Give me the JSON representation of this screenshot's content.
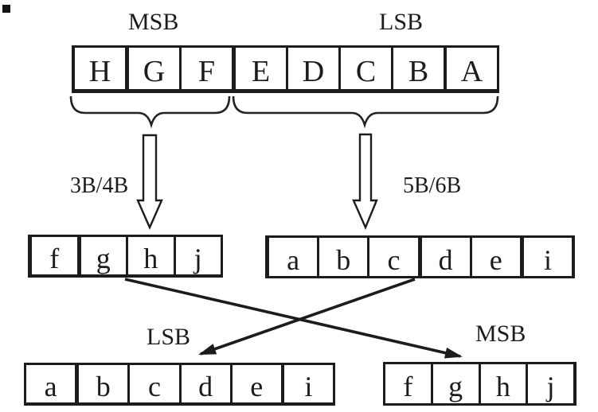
{
  "colors": {
    "ink": "#1c1c1c",
    "background": "#ffffff"
  },
  "labels": {
    "msb_top": "MSB",
    "lsb_top": "LSB",
    "encoder_left": "3B/4B",
    "encoder_right": "5B/6B",
    "lsb_bottom": "LSB",
    "msb_bottom": "MSB"
  },
  "rows": {
    "top": {
      "cells": [
        "H",
        "G",
        "F",
        "E",
        "D",
        "C",
        "B",
        "A"
      ]
    },
    "mid_left": {
      "cells": [
        "f",
        "g",
        "h",
        "j"
      ]
    },
    "mid_right": {
      "cells": [
        "a",
        "b",
        "c",
        "d",
        "e",
        "i"
      ]
    },
    "bottom_left": {
      "cells": [
        "a",
        "b",
        "c",
        "d",
        "e",
        "i"
      ]
    },
    "bottom_right": {
      "cells": [
        "f",
        "g",
        "h",
        "j"
      ]
    }
  },
  "icons": {
    "left_underbrace": "curly-underbrace",
    "right_underbrace": "curly-underbrace",
    "down_arrow_left": "hollow-down-arrow",
    "down_arrow_right": "hollow-down-arrow",
    "cross_arrow_to_msb": "solid-diagonal-arrow",
    "cross_arrow_to_lsb": "solid-diagonal-arrow"
  }
}
